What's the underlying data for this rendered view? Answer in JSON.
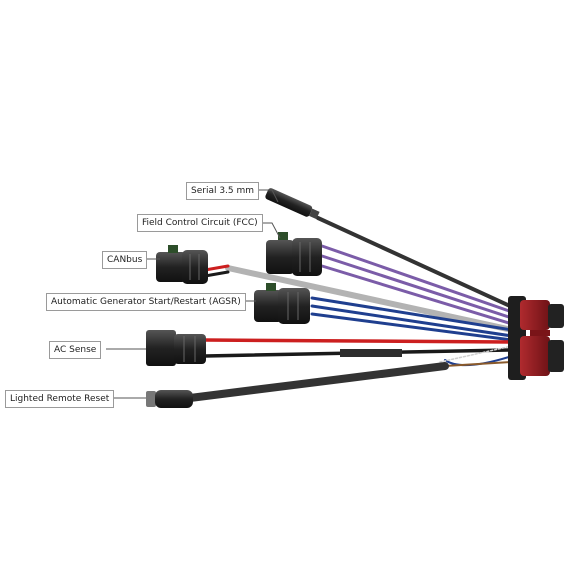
{
  "labels": {
    "serial": "Serial 3.5 mm",
    "fcc": "Field Control Circuit (FCC)",
    "canbus": "CANbus",
    "agsr": "Automatic Generator Start/Restart (AGSR)",
    "ac_sense": "AC Sense",
    "lighted_reset": "Lighted Remote Reset"
  },
  "colors": {
    "wire_purple": "#7b5ca8",
    "wire_gray": "#b3b3b3",
    "wire_blue": "#1f3f8f",
    "wire_red": "#cc1f1f",
    "wire_black": "#1a1a1a",
    "wire_brown": "#8a5a2b",
    "connector_red": "#9c1e23",
    "connector_black": "#2b2b2b"
  }
}
